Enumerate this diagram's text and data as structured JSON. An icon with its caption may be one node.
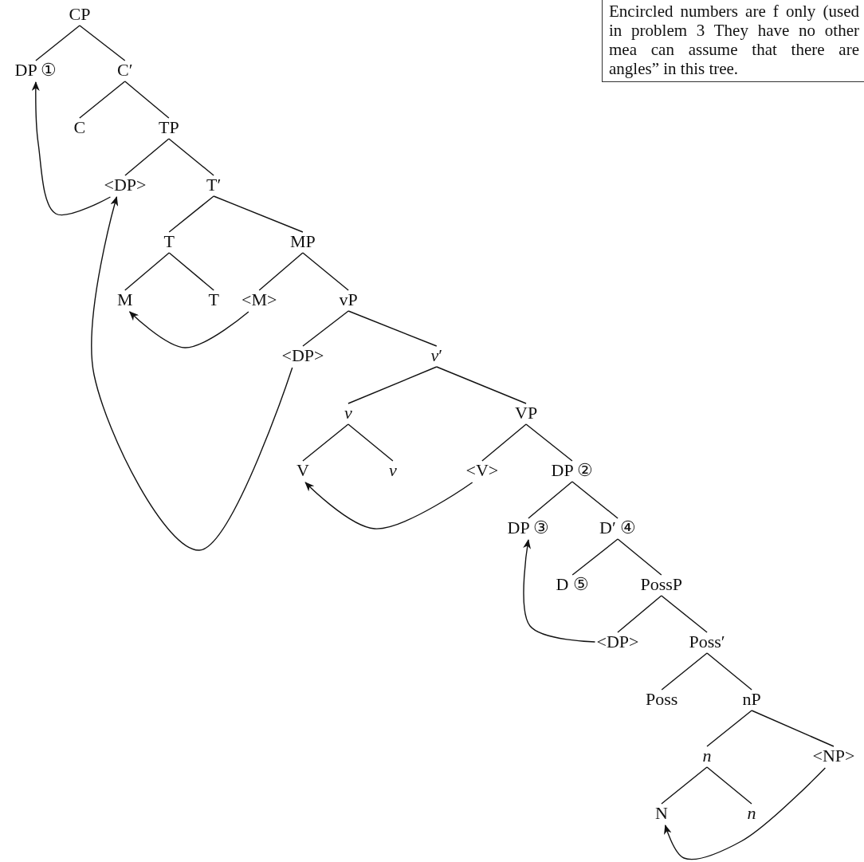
{
  "diagram": {
    "nodes": [
      {
        "text": [
          "CP"
        ]
      },
      {
        "text": [
          "DP ①"
        ]
      },
      {
        "text": [
          "C′"
        ]
      },
      {
        "text": [
          "C"
        ]
      },
      {
        "text": [
          "TP"
        ]
      },
      {
        "text": [
          "<DP>"
        ]
      },
      {
        "text": [
          "T′"
        ]
      },
      {
        "text": [
          "T"
        ]
      },
      {
        "text": [
          "MP"
        ]
      },
      {
        "text": [
          "M"
        ]
      },
      {
        "text": [
          "T"
        ]
      },
      {
        "text": [
          "<M>"
        ]
      },
      {
        "text": [
          "vP"
        ]
      },
      {
        "text": [
          "<DP>"
        ]
      },
      {
        "text": [
          "*v*′"
        ]
      },
      {
        "text": [
          "v"
        ]
      },
      {
        "text": [
          "VP"
        ]
      },
      {
        "text": [
          "V"
        ]
      },
      {
        "text": [
          "v"
        ]
      },
      {
        "text": [
          "<V>"
        ]
      },
      {
        "text": [
          "DP ②"
        ]
      },
      {
        "text": [
          "DP ③"
        ]
      },
      {
        "text": [
          "D′ ④"
        ]
      },
      {
        "text": [
          "D ⑤"
        ]
      },
      {
        "text": [
          "PossP"
        ]
      },
      {
        "text": [
          "<DP>"
        ]
      },
      {
        "text": [
          "Poss′"
        ]
      },
      {
        "text": [
          "Poss"
        ]
      },
      {
        "text": [
          "nP"
        ]
      },
      {
        "text": [
          "n"
        ]
      },
      {
        "text": [
          "<NP>"
        ]
      },
      {
        "text": [
          "N"
        ]
      },
      {
        "text": [
          "n"
        ]
      },
      {
        "text": [
          "Encircled numbers are f only (used in problem 3 They have no other mea can assume that there are angles” in this tree."
        ]
      }
    ],
    "edges": [
      {
        "from": 0,
        "to": 1,
        "arrow": "none"
      },
      {
        "from": 0,
        "to": 2,
        "arrow": "none"
      },
      {
        "from": 2,
        "to": 3,
        "arrow": "none"
      },
      {
        "from": 2,
        "to": 4,
        "arrow": "none"
      },
      {
        "from": 4,
        "to": 5,
        "arrow": "none"
      },
      {
        "from": 4,
        "to": 6,
        "arrow": "none"
      },
      {
        "from": 6,
        "to": 7,
        "arrow": "none"
      },
      {
        "from": 6,
        "to": 8,
        "arrow": "none"
      },
      {
        "from": 7,
        "to": 9,
        "arrow": "none"
      },
      {
        "from": 7,
        "to": 10,
        "arrow": "none"
      },
      {
        "from": 8,
        "to": 11,
        "arrow": "none"
      },
      {
        "from": 8,
        "to": 12,
        "arrow": "none"
      },
      {
        "from": 12,
        "to": 13,
        "arrow": "none"
      },
      {
        "from": 12,
        "to": 14,
        "arrow": "none"
      },
      {
        "from": 14,
        "to": 15,
        "arrow": "none"
      },
      {
        "from": 14,
        "to": 16,
        "arrow": "none"
      },
      {
        "from": 15,
        "to": 17,
        "arrow": "none"
      },
      {
        "from": 15,
        "to": 18,
        "arrow": "none"
      },
      {
        "from": 16,
        "to": 19,
        "arrow": "none"
      },
      {
        "from": 16,
        "to": 20,
        "arrow": "none"
      },
      {
        "from": 20,
        "to": 21,
        "arrow": "none"
      },
      {
        "from": 20,
        "to": 22,
        "arrow": "none"
      },
      {
        "from": 22,
        "to": 23,
        "arrow": "none"
      },
      {
        "from": 22,
        "to": 24,
        "arrow": "none"
      },
      {
        "from": 24,
        "to": 25,
        "arrow": "none"
      },
      {
        "from": 24,
        "to": 26,
        "arrow": "none"
      },
      {
        "from": 26,
        "to": 27,
        "arrow": "none"
      },
      {
        "from": 26,
        "to": 28,
        "arrow": "none"
      },
      {
        "from": 28,
        "to": 29,
        "arrow": "none"
      },
      {
        "from": 28,
        "to": 30,
        "arrow": "none"
      },
      {
        "from": 29,
        "to": 31,
        "arrow": "none"
      },
      {
        "from": 29,
        "to": 32,
        "arrow": "none"
      },
      {
        "from": 5,
        "to": 1,
        "arrow": "to"
      },
      {
        "from": 13,
        "to": 5,
        "arrow": "to"
      },
      {
        "from": 11,
        "to": 9,
        "arrow": "to"
      },
      {
        "from": 19,
        "to": 17,
        "arrow": "to"
      },
      {
        "from": 25,
        "to": 21,
        "arrow": "to"
      },
      {
        "from": 30,
        "to": 31,
        "arrow": "to"
      }
    ]
  }
}
